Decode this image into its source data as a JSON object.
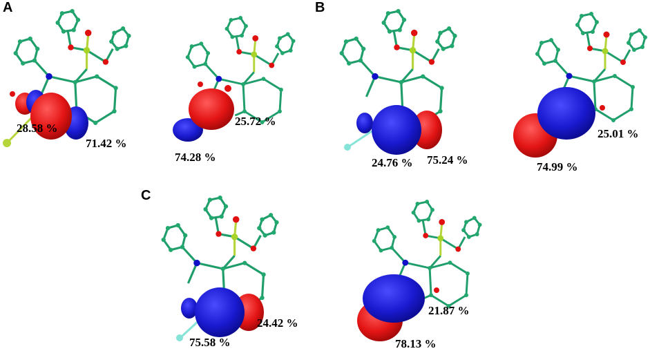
{
  "panels": [
    {
      "letter": "A",
      "structures": [
        {
          "labels": [
            "28.58 %",
            "71.42 %"
          ],
          "terminal_atom_color": "#b5d53a"
        },
        {
          "labels": [
            "25.72 %",
            "74.28 %"
          ]
        }
      ]
    },
    {
      "letter": "B",
      "structures": [
        {
          "labels": [
            "24.76 %",
            "75.24 %"
          ],
          "terminal_atom_color": "#86e3d8"
        },
        {
          "labels": [
            "25.01 %",
            "74.99 %"
          ]
        }
      ]
    },
    {
      "letter": "C",
      "structures": [
        {
          "labels": [
            "24.42 %",
            "75.58 %"
          ],
          "terminal_atom_color": "#86e3d8"
        },
        {
          "labels": [
            "21.87 %",
            "78.13 %"
          ]
        }
      ]
    }
  ],
  "colors": {
    "bond": "#1f9e6b",
    "carbon": "#22a86e",
    "oxygen": "#e01010",
    "nitrogen": "#1010c8",
    "phosphorus": "#a8d42a",
    "lobe_blue": "#1a1ad0",
    "lobe_red": "#e31414"
  }
}
